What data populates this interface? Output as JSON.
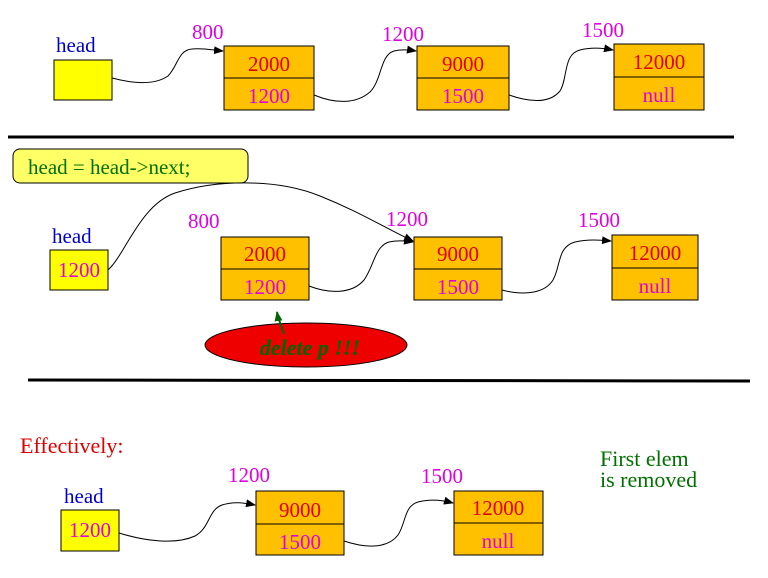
{
  "colors": {
    "node_fill": "#FFC000",
    "head_fill": "#FFFF00",
    "address": "#E000E0",
    "data_text": "#E00000",
    "head_label": "#0000CC",
    "code_text": "#007000",
    "code_box_fill": "#FFFF66",
    "delete_fill": "#EE0000",
    "delete_text": "#006600",
    "effectively": "#E00000",
    "note_text": "#007000",
    "line": "#000000"
  },
  "panel1": {
    "head_label": "head",
    "nodes": [
      {
        "address": "800",
        "data": "2000",
        "next": "1200"
      },
      {
        "address": "1200",
        "data": "9000",
        "next": "1500"
      },
      {
        "address": "1500",
        "data": "12000",
        "next": "null"
      }
    ]
  },
  "panel2": {
    "code": "head = head->next;",
    "head_label": "head",
    "head_value": "1200",
    "nodes": [
      {
        "address": "800",
        "data": "2000",
        "next": "1200"
      },
      {
        "address": "1200",
        "data": "9000",
        "next": "1500"
      },
      {
        "address": "1500",
        "data": "12000",
        "next": "null"
      }
    ],
    "delete_label": "delete p !!!"
  },
  "panel3": {
    "effectively": "Effectively:",
    "head_label": "head",
    "head_value": "1200",
    "nodes": [
      {
        "address": "1200",
        "data": "9000",
        "next": "1500"
      },
      {
        "address": "1500",
        "data": "12000",
        "next": "null"
      }
    ],
    "note_line1": "First elem",
    "note_line2": "is removed"
  }
}
